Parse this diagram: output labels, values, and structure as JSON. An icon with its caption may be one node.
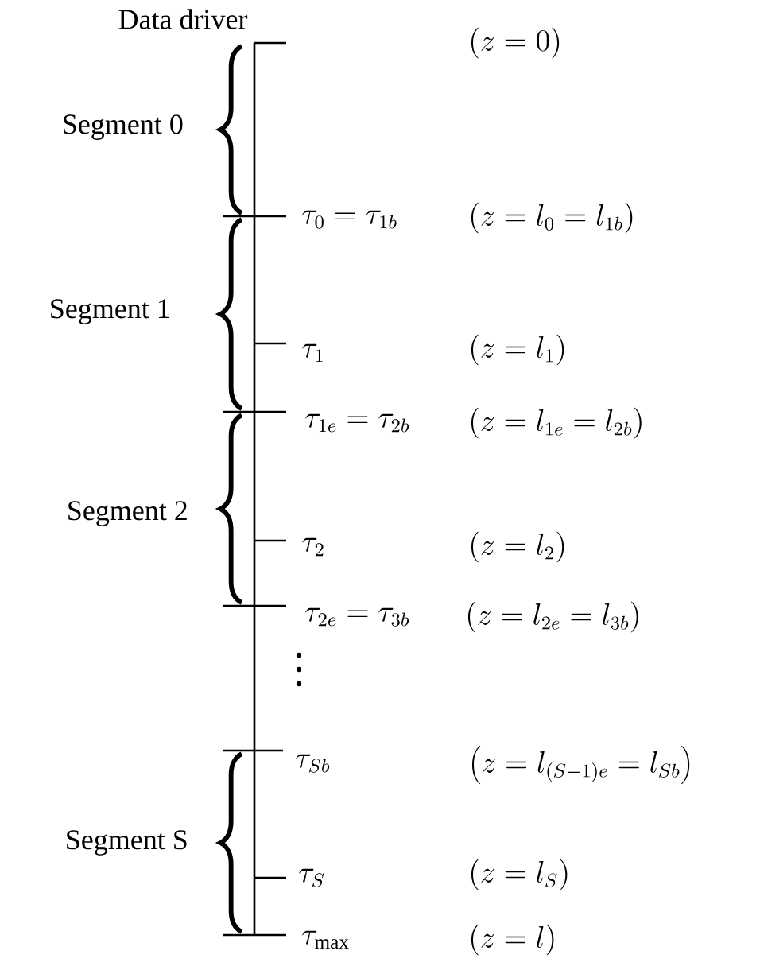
{
  "diagram": {
    "labels": [
      "Data driver",
      "(z=0)",
      "Segment 0",
      "\\tau_{0}=\\tau_{1b}",
      "(z=l_{0}=l_{1b})",
      "Segment 1",
      "\\tau_{1}",
      "(z=l_{1})",
      "\\tau_{1e}=\\tau_{2b}",
      "(z=l_{1e}=l_{2b})",
      "Segment 2",
      "\\tau_{2}",
      "(z=l_{2})",
      "\\tau_{2e}=\\tau_{3b}",
      "(z=l_{2e}=l_{3b})",
      "\\tau_{Sb}",
      "\\left(z=l_{(S-1)e}=l_{Sb}\\right)",
      "Segment S",
      "\\tau_{S}",
      "(z=l_{S})",
      "\\tau_{\\max}",
      "(z=l)"
    ]
  }
}
